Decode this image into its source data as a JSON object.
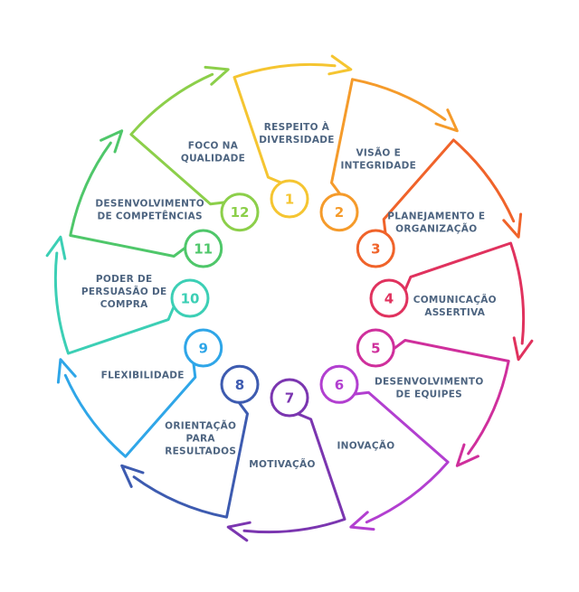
{
  "diagram": {
    "segments": [
      {
        "number": "1",
        "label": [
          "RESPEITO À",
          "DIVERSIDADE"
        ],
        "color": "#f5c531"
      },
      {
        "number": "2",
        "label": [
          "VISÃO E",
          "INTEGRIDADE"
        ],
        "color": "#f59b2b"
      },
      {
        "number": "3",
        "label": [
          "PLANEJAMENTO E",
          "ORGANIZAÇÃO"
        ],
        "color": "#f0632a"
      },
      {
        "number": "4",
        "label": [
          "COMUNICAÇÃO",
          "ASSERTIVA"
        ],
        "color": "#e0325e"
      },
      {
        "number": "5",
        "label": [
          "DESENVOLVIMENTO",
          "DE EQUIPES"
        ],
        "color": "#cf2f9c"
      },
      {
        "number": "6",
        "label": [
          "INOVAÇÃO"
        ],
        "color": "#b23fd0"
      },
      {
        "number": "7",
        "label": [
          "MOTIVAÇÃO"
        ],
        "color": "#7b36b0"
      },
      {
        "number": "8",
        "label": [
          "ORIENTAÇÃO",
          "PARA",
          "RESULTADOS"
        ],
        "color": "#3d5bb0"
      },
      {
        "number": "9",
        "label": [
          "FLEXIBILIDADE"
        ],
        "color": "#2fa6e8"
      },
      {
        "number": "10",
        "label": [
          "PODER DE",
          "PERSUASÃO DE",
          "COMPRA"
        ],
        "color": "#3ccfb5"
      },
      {
        "number": "11",
        "label": [
          "DESENVOLVIMENTO",
          "DE COMPETÊNCIAS"
        ],
        "color": "#4fc76a"
      },
      {
        "number": "12",
        "label": [
          "FOCO NA",
          "QUALIDADE"
        ],
        "color": "#8ccf4a"
      }
    ]
  }
}
